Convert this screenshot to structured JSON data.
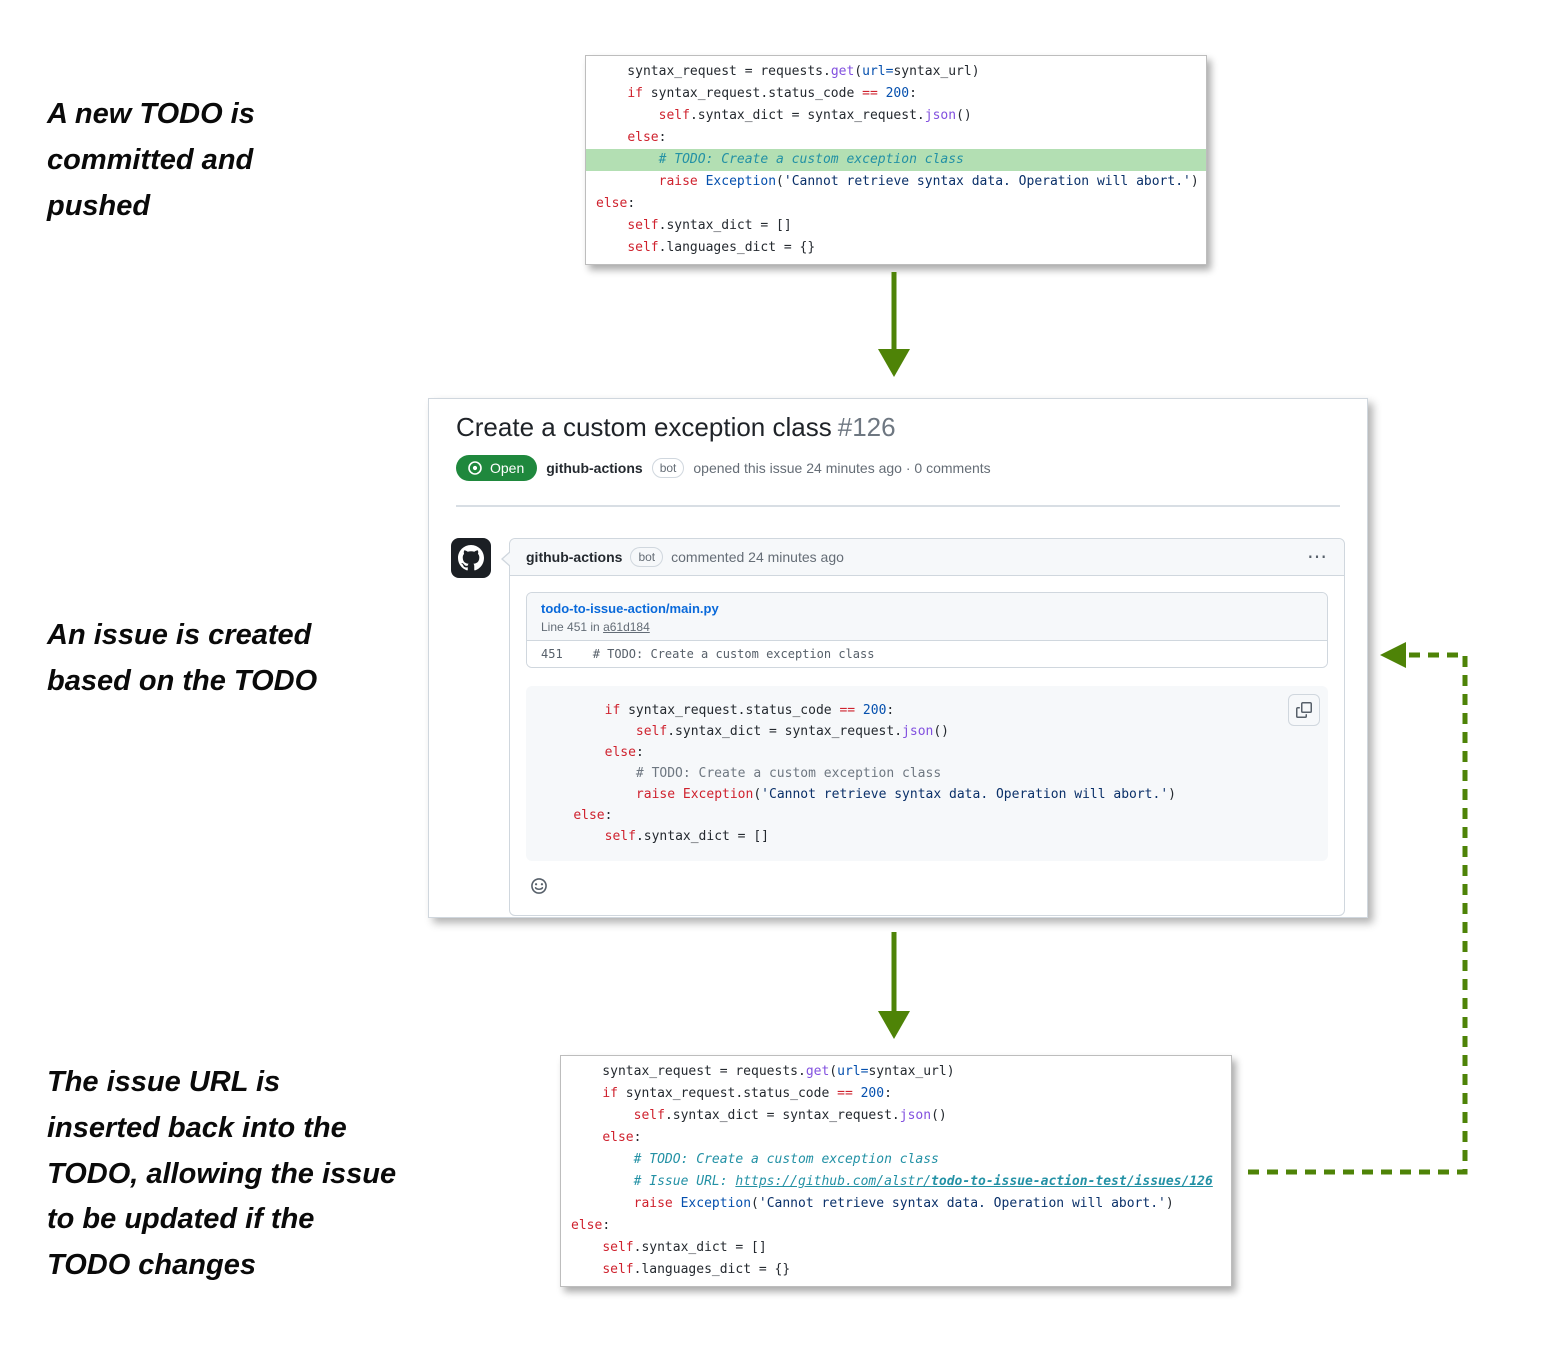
{
  "colors": {
    "arrow-green": "#4e8307",
    "highlight-green": "#b3dfb3",
    "todo-teal": "#2391a5",
    "open-green": "#1f883d",
    "link-blue": "#0969da",
    "kw-red": "#cf222e",
    "num-blue": "#0550ae",
    "str-navy": "#0a3069",
    "fn-purple": "#8250df",
    "comment-gray": "#6e7781"
  },
  "annotations": {
    "top": "A new TODO is committed and pushed",
    "middle": "An issue is created based on the TODO",
    "bottom": "The issue URL is inserted back into the TODO, allowing the issue to be updated if the TODO changes"
  },
  "issue": {
    "title": "Create a custom exception class",
    "number": "#126",
    "state_label": "Open",
    "author": "github-actions",
    "bot_badge": "bot",
    "opened_meta": "opened this issue 24 minutes ago · 0 comments",
    "comment": {
      "author": "github-actions",
      "bot_badge": "bot",
      "meta": "commented 24 minutes ago",
      "kebab_icon": "⋯",
      "reference": {
        "file": "todo-to-issue-action/main.py",
        "line_prefix": "Line 451 in ",
        "commit": "a61d184",
        "line_number": "451",
        "code": "# TODO: Create a custom exception class"
      }
    }
  },
  "code_top": {
    "lines": [
      {
        "tokens": [
          [
            "    syntax_request = requests.",
            "p"
          ],
          [
            "get",
            "f"
          ],
          [
            "(",
            "p"
          ],
          [
            "url=",
            "n"
          ],
          [
            "syntax_url)",
            "p"
          ]
        ]
      },
      {
        "tokens": [
          [
            "    ",
            "p"
          ],
          [
            "if",
            "k"
          ],
          [
            " syntax_request.status_code ",
            "p"
          ],
          [
            "==",
            "k"
          ],
          [
            " ",
            "p"
          ],
          [
            "200",
            "n"
          ],
          [
            ":",
            "p"
          ]
        ]
      },
      {
        "tokens": [
          [
            "        ",
            "p"
          ],
          [
            "self",
            "k"
          ],
          [
            ".syntax_dict = syntax_request.",
            "p"
          ],
          [
            "json",
            "f"
          ],
          [
            "()",
            "p"
          ]
        ]
      },
      {
        "tokens": [
          [
            "    ",
            "p"
          ],
          [
            "else",
            "k"
          ],
          [
            ":",
            "p"
          ]
        ]
      },
      {
        "hl": true,
        "tokens": [
          [
            "        ",
            "p"
          ],
          [
            "# TODO: Create a custom exception class",
            "t"
          ]
        ]
      },
      {
        "tokens": [
          [
            "        ",
            "p"
          ],
          [
            "raise",
            "k"
          ],
          [
            " ",
            "p"
          ],
          [
            "Exception",
            "n"
          ],
          [
            "(",
            "p"
          ],
          [
            "'Cannot retrieve syntax data. Operation will abort.'",
            "s"
          ],
          [
            ")",
            "p"
          ]
        ]
      },
      {
        "tokens": [
          [
            "else",
            "k"
          ],
          [
            ":",
            "p"
          ]
        ]
      },
      {
        "tokens": [
          [
            "    ",
            "p"
          ],
          [
            "self",
            "k"
          ],
          [
            ".syntax_dict = []",
            "p"
          ]
        ]
      },
      {
        "tokens": [
          [
            "    ",
            "p"
          ],
          [
            "self",
            "k"
          ],
          [
            ".languages_dict = {}",
            "p"
          ]
        ]
      }
    ]
  },
  "code_issue": {
    "lines": [
      {
        "tokens": [
          [
            "        ",
            "p"
          ],
          [
            "if",
            "k"
          ],
          [
            " syntax_request.status_code ",
            "p"
          ],
          [
            "==",
            "k"
          ],
          [
            " ",
            "p"
          ],
          [
            "200",
            "n"
          ],
          [
            ":",
            "p"
          ]
        ]
      },
      {
        "tokens": [
          [
            "            ",
            "p"
          ],
          [
            "self",
            "k"
          ],
          [
            ".syntax_dict = syntax_request.",
            "p"
          ],
          [
            "json",
            "f"
          ],
          [
            "()",
            "p"
          ]
        ]
      },
      {
        "tokens": [
          [
            "        ",
            "p"
          ],
          [
            "else",
            "k"
          ],
          [
            ":",
            "p"
          ]
        ]
      },
      {
        "tokens": [
          [
            "            # TODO: Create a custom exception class",
            "c"
          ]
        ]
      },
      {
        "tokens": [
          [
            "            ",
            "p"
          ],
          [
            "raise",
            "k"
          ],
          [
            " ",
            "p"
          ],
          [
            "Exception",
            "k"
          ],
          [
            "(",
            "p"
          ],
          [
            "'Cannot retrieve syntax data. Operation will abort.'",
            "s"
          ],
          [
            ")",
            "p"
          ]
        ]
      },
      {
        "tokens": [
          [
            "    ",
            "p"
          ],
          [
            "else",
            "k"
          ],
          [
            ":",
            "p"
          ]
        ]
      },
      {
        "tokens": [
          [
            "        ",
            "p"
          ],
          [
            "self",
            "k"
          ],
          [
            ".syntax_dict = []",
            "p"
          ]
        ]
      }
    ]
  },
  "code_bottom": {
    "lines": [
      {
        "tokens": [
          [
            "    syntax_request = requests.",
            "p"
          ],
          [
            "get",
            "f"
          ],
          [
            "(",
            "p"
          ],
          [
            "url=",
            "n"
          ],
          [
            "syntax_url)",
            "p"
          ]
        ]
      },
      {
        "tokens": [
          [
            "    ",
            "p"
          ],
          [
            "if",
            "k"
          ],
          [
            " syntax_request.status_code ",
            "p"
          ],
          [
            "==",
            "k"
          ],
          [
            " ",
            "p"
          ],
          [
            "200",
            "n"
          ],
          [
            ":",
            "p"
          ]
        ]
      },
      {
        "tokens": [
          [
            "        ",
            "p"
          ],
          [
            "self",
            "k"
          ],
          [
            ".syntax_dict = syntax_request.",
            "p"
          ],
          [
            "json",
            "f"
          ],
          [
            "()",
            "p"
          ]
        ]
      },
      {
        "tokens": [
          [
            "    ",
            "p"
          ],
          [
            "else",
            "k"
          ],
          [
            ":",
            "p"
          ]
        ]
      },
      {
        "tokens": [
          [
            "        ",
            "p"
          ],
          [
            "# TODO: Create a custom exception class",
            "t"
          ]
        ]
      },
      {
        "tokens": [
          [
            "        ",
            "p"
          ],
          [
            "# Issue URL: ",
            "t"
          ],
          [
            "https://github.com/alstr/",
            "u"
          ],
          [
            "todo-to-issue-action-test/issues/126",
            "ub"
          ]
        ]
      },
      {
        "tokens": [
          [
            "        ",
            "p"
          ],
          [
            "raise",
            "k"
          ],
          [
            " ",
            "p"
          ],
          [
            "Exception",
            "n"
          ],
          [
            "(",
            "p"
          ],
          [
            "'Cannot retrieve syntax data. Operation will abort.'",
            "s"
          ],
          [
            ")",
            "p"
          ]
        ]
      },
      {
        "tokens": [
          [
            "else",
            "k"
          ],
          [
            ":",
            "p"
          ]
        ]
      },
      {
        "tokens": [
          [
            "    ",
            "p"
          ],
          [
            "self",
            "k"
          ],
          [
            ".syntax_dict = []",
            "p"
          ]
        ]
      },
      {
        "tokens": [
          [
            "    ",
            "p"
          ],
          [
            "self",
            "k"
          ],
          [
            ".languages_dict = {}",
            "p"
          ]
        ]
      }
    ]
  }
}
